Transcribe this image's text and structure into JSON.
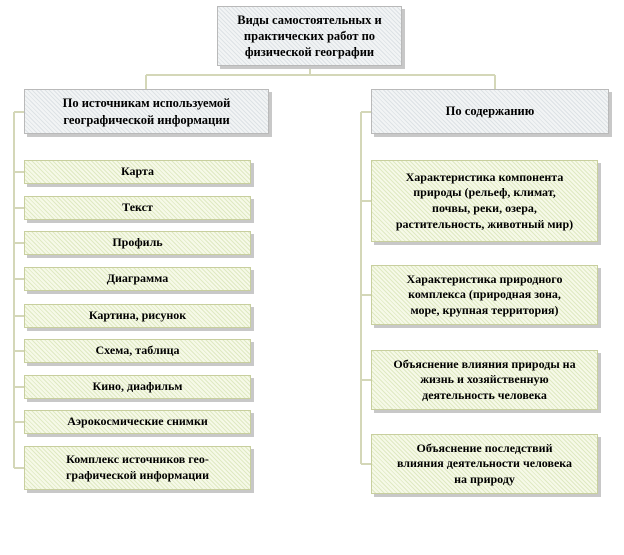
{
  "root": {
    "title_lines": [
      "Виды самостоятельных и",
      "практических работ по",
      "физической географии"
    ]
  },
  "left": {
    "title_lines": [
      "По источникам используемой",
      "географической информации"
    ],
    "items": [
      [
        "Карта"
      ],
      [
        "Текст"
      ],
      [
        "Профиль"
      ],
      [
        "Диаграмма"
      ],
      [
        "Картина, рисунок"
      ],
      [
        "Схема, таблица"
      ],
      [
        "Кино, диафильм"
      ],
      [
        "Аэрокосмические снимки"
      ],
      [
        "Комплекс источников гео-",
        "графической информации"
      ]
    ]
  },
  "right": {
    "title_lines": [
      "По содержанию"
    ],
    "items": [
      [
        "Характеристика компонента",
        "природы (рельеф, климат,",
        "почвы, реки, озера,",
        "растительность, животный мир)"
      ],
      [
        "Характеристика природного",
        "комплекса (природная зона,",
        "море, крупная территория)"
      ],
      [
        "Объяснение влияния природы на",
        "жизнь и хозяйственную",
        "деятельность человека"
      ],
      [
        "Объяснение последствий",
        "влияния деятельности человека",
        "на природу"
      ]
    ]
  },
  "colors": {
    "connector": "#d4d7b8",
    "box_border": "#b9b9b9",
    "header_fill": "#e6eaec",
    "item_fill": "#eef3d8"
  }
}
